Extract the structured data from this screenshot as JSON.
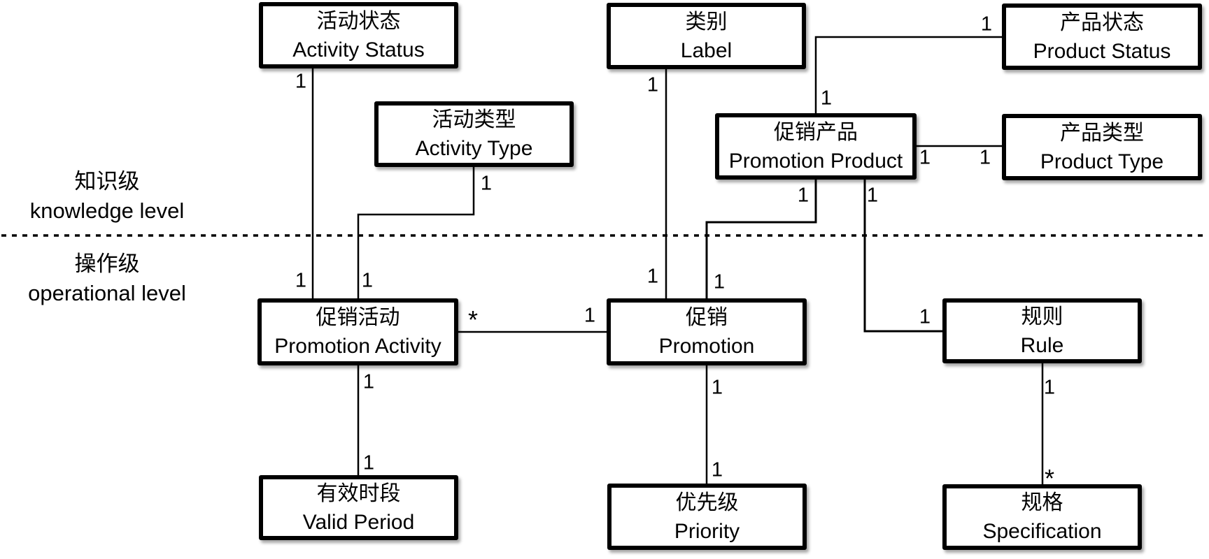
{
  "diagram": {
    "levels": {
      "knowledge": {
        "zh": "知识级",
        "en": "knowledge level"
      },
      "operational": {
        "zh": "操作级",
        "en": "operational level"
      }
    },
    "entities": {
      "activity_status": {
        "zh": "活动状态",
        "en": "Activity Status"
      },
      "activity_type": {
        "zh": "活动类型",
        "en": "Activity Type"
      },
      "label": {
        "zh": "类别",
        "en": "Label"
      },
      "product_status": {
        "zh": "产品状态",
        "en": "Product Status"
      },
      "promotion_product": {
        "zh": "促销产品",
        "en": "Promotion Product"
      },
      "product_type": {
        "zh": "产品类型",
        "en": "Product Type"
      },
      "promotion_activity": {
        "zh": "促销活动",
        "en": "Promotion Activity"
      },
      "promotion": {
        "zh": "促销",
        "en": "Promotion"
      },
      "rule": {
        "zh": "规则",
        "en": "Rule"
      },
      "valid_period": {
        "zh": "有效时段",
        "en": "Valid Period"
      },
      "priority": {
        "zh": "优先级",
        "en": "Priority"
      },
      "specification": {
        "zh": "规格",
        "en": "Specification"
      }
    },
    "multiplicities": {
      "activity_status_end": "1",
      "activity_status_activity_end": "1",
      "activity_type_end": "1",
      "activity_type_activity_end": "1",
      "label_end": "1",
      "label_promotion_end": "1",
      "product_status_end": "1",
      "promotion_product_top_end": "1",
      "promotion_product_right_end": "1",
      "product_type_end": "1",
      "promotion_product_bottom_left_end": "1",
      "promotion_from_product_end": "1",
      "promotion_product_bottom_right_end": "1",
      "rule_from_product_end": "1",
      "promotion_activity_many": "*",
      "promotion_one": "1",
      "promotion_activity_period_end": "1",
      "valid_period_end": "1",
      "promotion_priority_end": "1",
      "priority_end": "1",
      "rule_spec_end": "1",
      "specification_many": "*"
    },
    "line_color": "#000000"
  }
}
